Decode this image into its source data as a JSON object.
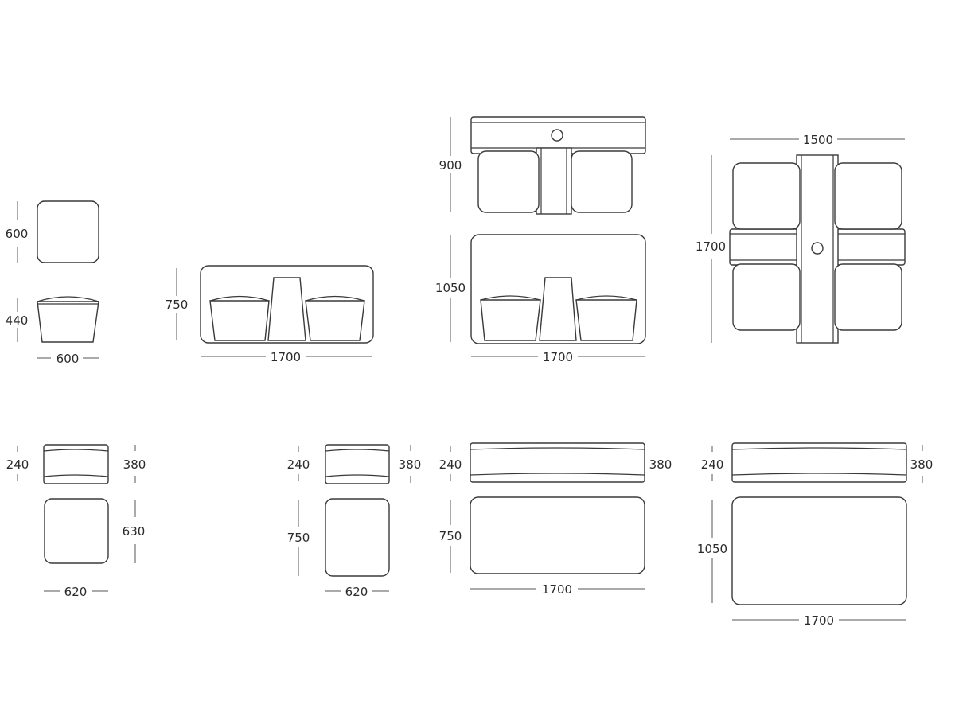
{
  "drawing": {
    "title": "",
    "units": "",
    "line_color": "#3a3a3a",
    "views": {
      "stool_top": {
        "width": "600"
      },
      "stool_side": {
        "height": "440",
        "width": "600",
        "depth": "600"
      },
      "bench_front": {
        "height": "750",
        "width": "1700"
      },
      "set_plan": {
        "depth": "900"
      },
      "set_front": {
        "height": "1050",
        "width": "1700"
      },
      "table_plan": {
        "width": "1500",
        "depth": "1700"
      },
      "cushion_a_side": {
        "left": "240",
        "right": "380"
      },
      "cushion_a_top": {
        "depth": "630",
        "width": "620"
      },
      "cushion_b_side": {
        "left": "240",
        "right": "380"
      },
      "cushion_b_top": {
        "depth": "750",
        "width": "620"
      },
      "cushion_c_side": {
        "left": "240",
        "right": "380"
      },
      "cushion_c_top": {
        "depth": "750",
        "width": "1700"
      },
      "cushion_d_side": {
        "left": "240",
        "right": "380"
      },
      "cushion_d_top": {
        "depth": "1050",
        "width": "1700"
      }
    }
  }
}
